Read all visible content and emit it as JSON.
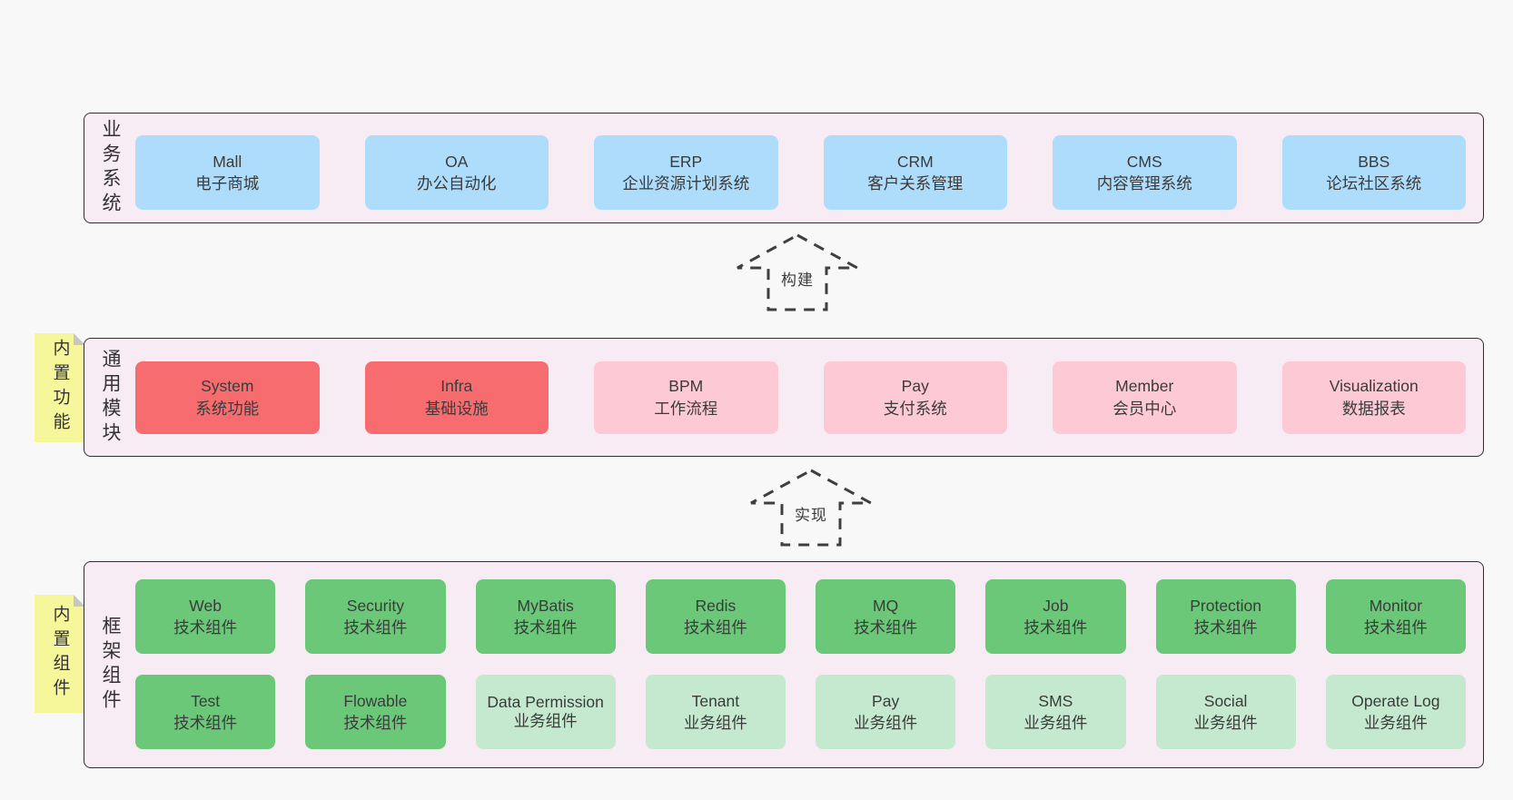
{
  "diagram": {
    "layers": {
      "business": {
        "label": "业务系统",
        "boxes": [
          {
            "name": "Mall",
            "desc": "电子商城"
          },
          {
            "name": "OA",
            "desc": "办公自动化"
          },
          {
            "name": "ERP",
            "desc": "企业资源计划系统"
          },
          {
            "name": "CRM",
            "desc": "客户关系管理"
          },
          {
            "name": "CMS",
            "desc": "内容管理系统"
          },
          {
            "name": "BBS",
            "desc": "论坛社区系统"
          }
        ]
      },
      "modules": {
        "label": "通用模块",
        "sticky": "内置功能",
        "boxes": [
          {
            "name": "System",
            "desc": "系统功能"
          },
          {
            "name": "Infra",
            "desc": "基础设施"
          },
          {
            "name": "BPM",
            "desc": "工作流程"
          },
          {
            "name": "Pay",
            "desc": "支付系统"
          },
          {
            "name": "Member",
            "desc": "会员中心"
          },
          {
            "name": "Visualization",
            "desc": "数据报表"
          }
        ]
      },
      "components": {
        "label": "框架组件",
        "sticky": "内置组件",
        "row1": [
          {
            "name": "Web",
            "desc": "技术组件"
          },
          {
            "name": "Security",
            "desc": "技术组件"
          },
          {
            "name": "MyBatis",
            "desc": "技术组件"
          },
          {
            "name": "Redis",
            "desc": "技术组件"
          },
          {
            "name": "MQ",
            "desc": "技术组件"
          },
          {
            "name": "Job",
            "desc": "技术组件"
          },
          {
            "name": "Protection",
            "desc": "技术组件"
          },
          {
            "name": "Monitor",
            "desc": "技术组件"
          }
        ],
        "row2": [
          {
            "name": "Test",
            "desc": "技术组件"
          },
          {
            "name": "Flowable",
            "desc": "技术组件"
          },
          {
            "name": "Data Permission",
            "desc": "业务组件"
          },
          {
            "name": "Tenant",
            "desc": "业务组件"
          },
          {
            "name": "Pay",
            "desc": "业务组件"
          },
          {
            "name": "SMS",
            "desc": "业务组件"
          },
          {
            "name": "Social",
            "desc": "业务组件"
          },
          {
            "name": "Operate Log",
            "desc": "业务组件"
          }
        ]
      }
    },
    "arrows": [
      {
        "label": "构建"
      },
      {
        "label": "实现"
      }
    ]
  },
  "colors": {
    "page-bg": "#f8f8f8",
    "panel-bg": "#f8ecf4",
    "panel-border": "#2f2f2f",
    "box-blue": "#aeddfb",
    "box-red": "#f76c6f",
    "box-pink": "#fdc9d4",
    "box-green": "#6ac878",
    "box-light-green": "#c5e9ce",
    "sticky-yellow": "#f6f69b",
    "sticky-fold": "#c6c6c6",
    "text": "#3b3b3b"
  }
}
